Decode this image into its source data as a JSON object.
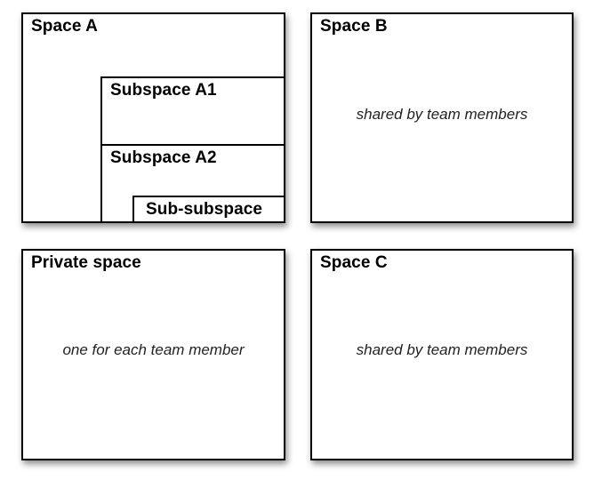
{
  "spaces": {
    "space_a": {
      "title": "Space A"
    },
    "subspace_a1": {
      "title": "Subspace A1"
    },
    "subspace_a2": {
      "title": "Subspace A2"
    },
    "sub_subspace": {
      "title": "Sub-subspace"
    },
    "space_b": {
      "title": "Space B",
      "note": "shared by team members"
    },
    "private_space": {
      "title": "Private space",
      "note": "one for each team member"
    },
    "space_c": {
      "title": "Space C",
      "note": "shared by team members"
    }
  }
}
